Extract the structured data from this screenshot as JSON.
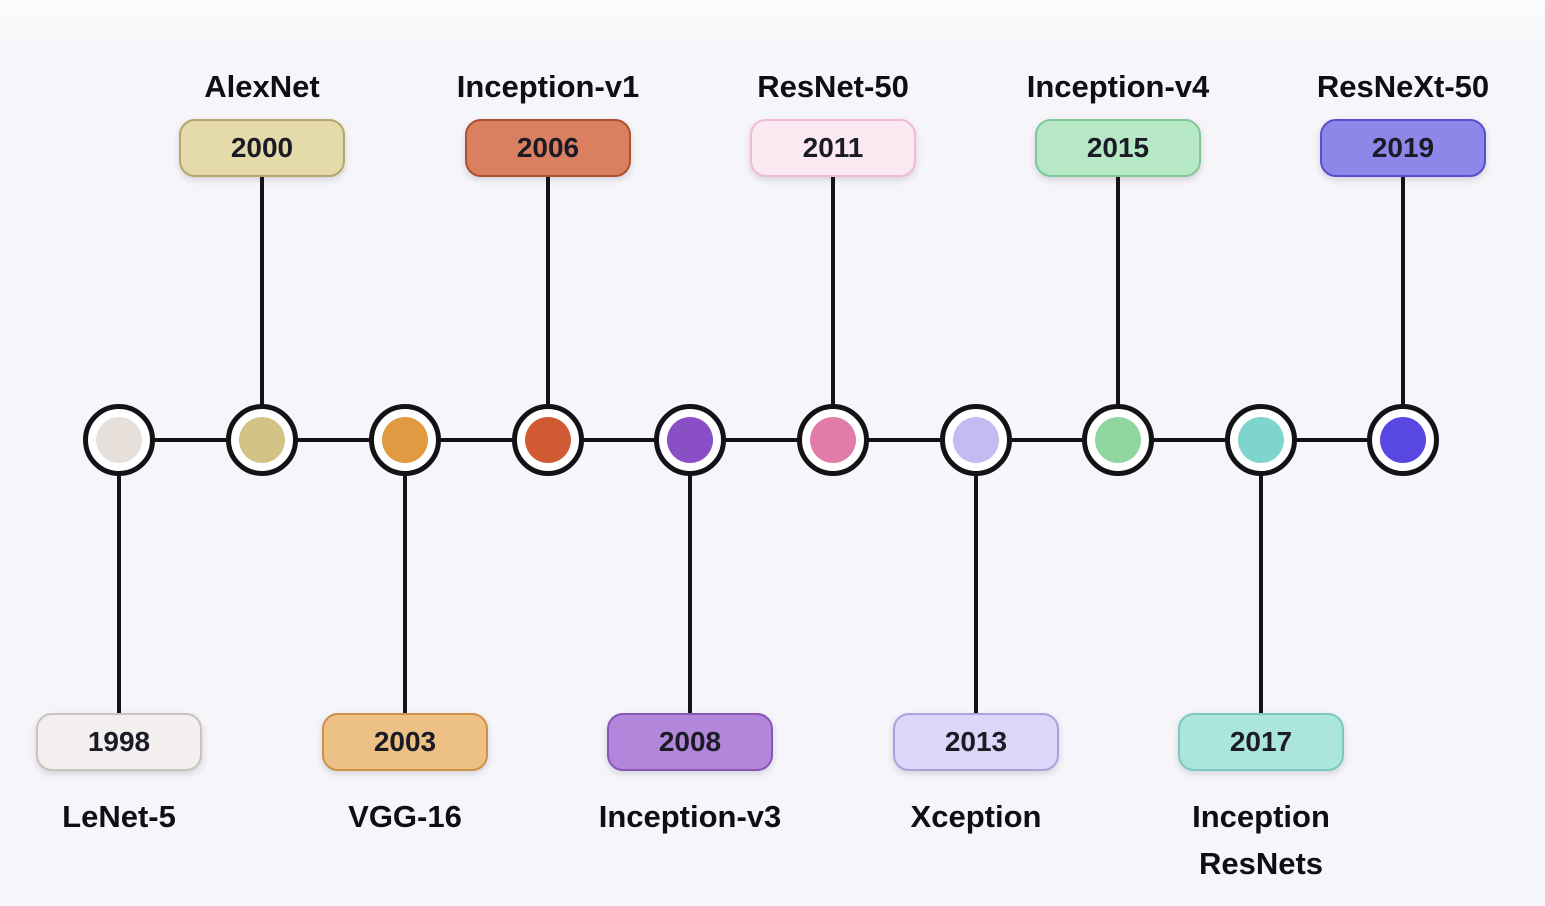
{
  "diagram": {
    "type": "timeline",
    "subject": "CNN architecture milestones by year"
  },
  "colors": {
    "axis_line": "#121217",
    "background": "#f6f5f9",
    "text": "#0e0e14"
  },
  "milestones": [
    {
      "name": "LeNet-5",
      "year": "1998",
      "position": "below",
      "dot_color": "#e7dfda",
      "badge_bg": "#f2efee",
      "badge_border": "#c8c2c0"
    },
    {
      "name": "AlexNet",
      "year": "2000",
      "position": "above",
      "dot_color": "#d3c285",
      "badge_bg": "#e5daa9",
      "badge_border": "#b3a76d"
    },
    {
      "name": "VGG-16",
      "year": "2003",
      "position": "below",
      "dot_color": "#e09b42",
      "badge_bg": "#edc186",
      "badge_border": "#cd9147"
    },
    {
      "name": "Inception-v1",
      "year": "2006",
      "position": "above",
      "dot_color": "#cf5a33",
      "badge_bg": "#da7f60",
      "badge_border": "#b04f31"
    },
    {
      "name": "Inception-v3",
      "year": "2008",
      "position": "below",
      "dot_color": "#8a4fc5",
      "badge_bg": "#b286da",
      "badge_border": "#8a55b8"
    },
    {
      "name": "ResNet-50",
      "year": "2011",
      "position": "above",
      "dot_color": "#e17ca8",
      "badge_bg": "#fbe9f1",
      "badge_border": "#eebad4"
    },
    {
      "name": "Xception",
      "year": "2013",
      "position": "below",
      "dot_color": "#c5baf2",
      "badge_bg": "#dad7f8",
      "badge_border": "#a8a2e0"
    },
    {
      "name": "Inception-v4",
      "year": "2015",
      "position": "above",
      "dot_color": "#90d6a1",
      "badge_bg": "#b6e8c5",
      "badge_border": "#81c699"
    },
    {
      "name": "Inception\nResNets",
      "year": "2017",
      "position": "below",
      "dot_color": "#7ed5ce",
      "badge_bg": "#ace5dc",
      "badge_border": "#7bc8be"
    },
    {
      "name": "ResNeXt-50",
      "year": "2019",
      "position": "above",
      "dot_color": "#5847e0",
      "badge_bg": "#8e87ea",
      "badge_border": "#584fcb"
    }
  ]
}
